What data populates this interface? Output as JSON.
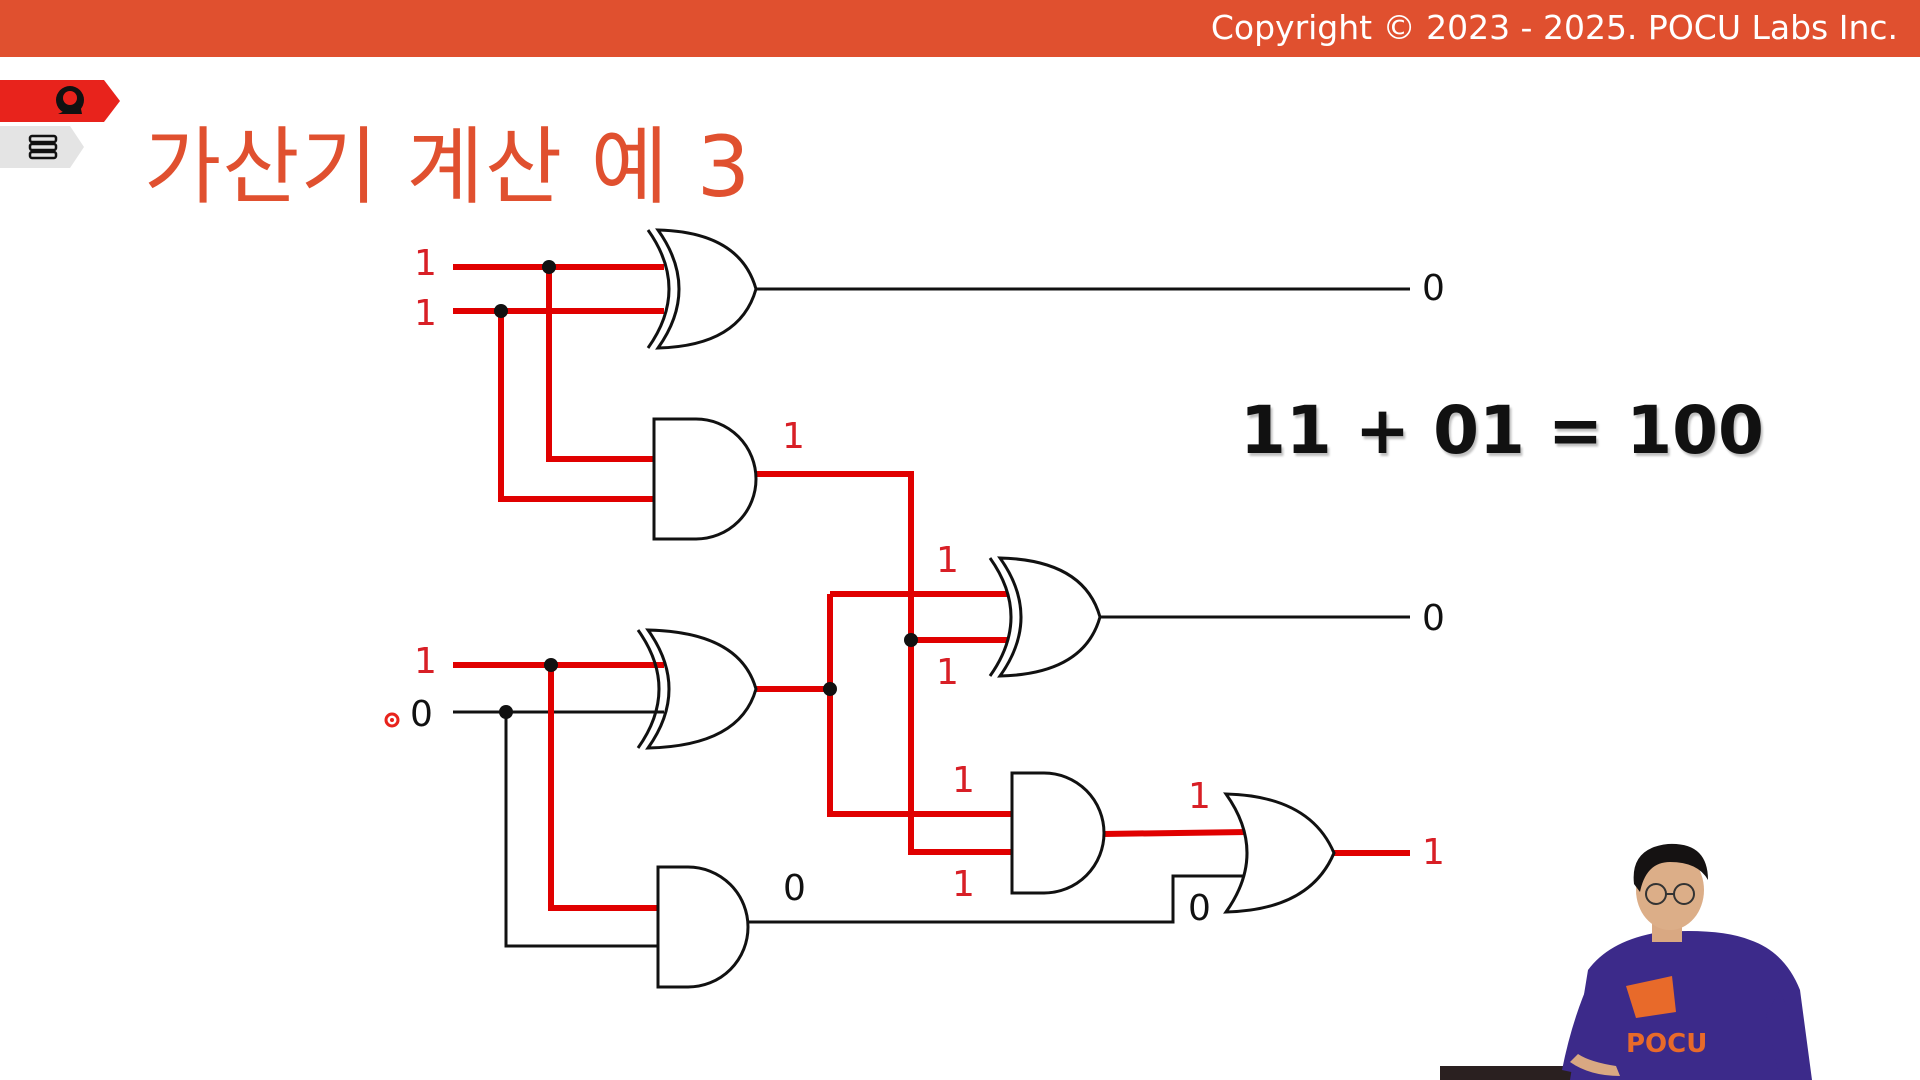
{
  "header": {
    "copyright": "Copyright © 2023 - 2025. POCU Labs Inc."
  },
  "slide": {
    "title": "가산기 계산 예 3",
    "equation": "11 + 01 = 100"
  },
  "colors": {
    "brand": "#e0502f",
    "active_wire": "#e00000",
    "inactive_wire": "#111111",
    "value_label_red": "#d81f26"
  },
  "icons": {
    "top_tag": "brain-head-icon",
    "bottom_tag": "book-stack-icon"
  },
  "circuit": {
    "inputs": {
      "a1": "1",
      "b1": "1",
      "a0": "1",
      "b0": "0"
    },
    "and1_out": "1",
    "xor3_in_top": "1",
    "xor3_in_bottom": "1",
    "and3_in_top": "1",
    "and3_in_bottom": "1",
    "and2_out": "0",
    "or_in_top": "1",
    "or_in_bottom": "0",
    "outputs": {
      "top": "0",
      "middle": "0",
      "carry": "1"
    }
  },
  "presenter": {
    "shirt_logo": "POCU"
  }
}
